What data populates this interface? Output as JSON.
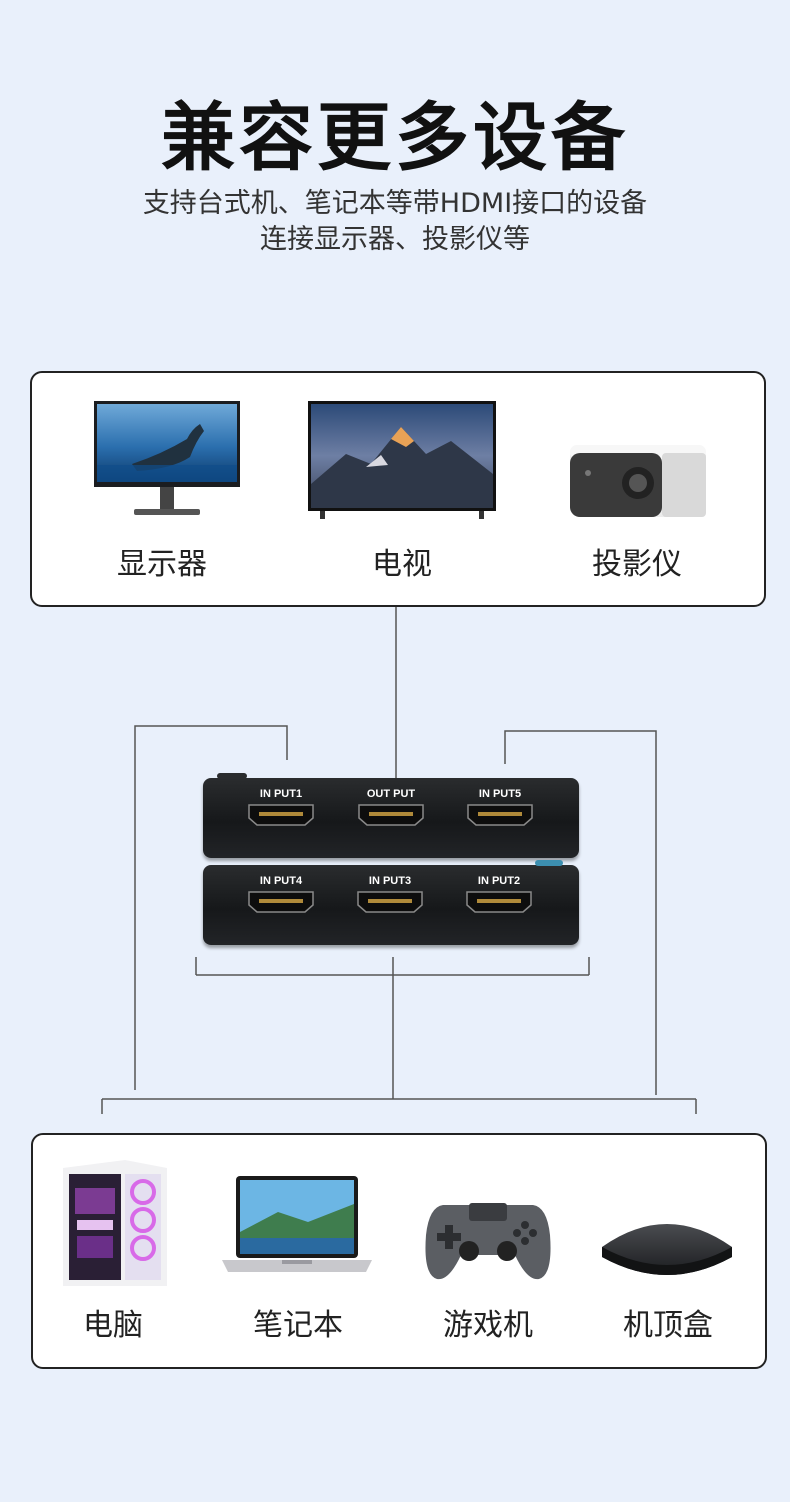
{
  "header": {
    "title": "兼容更多设备",
    "subtitle_line1": "支持台式机、笔记本等带HDMI接口的设备",
    "subtitle_line2": "连接显示器、投影仪等"
  },
  "outputs": {
    "items": [
      {
        "label": "显示器",
        "icon": "monitor-icon"
      },
      {
        "label": "电视",
        "icon": "tv-icon"
      },
      {
        "label": "投影仪",
        "icon": "projector-icon"
      }
    ]
  },
  "switch": {
    "top_ports": [
      "IN PUT1",
      "OUT PUT",
      "IN PUT5"
    ],
    "bottom_ports": [
      "IN PUT4",
      "IN PUT3",
      "IN PUT2"
    ]
  },
  "sources": {
    "items": [
      {
        "label": "电脑",
        "icon": "desktop-pc-icon"
      },
      {
        "label": "笔记本",
        "icon": "laptop-icon"
      },
      {
        "label": "游戏机",
        "icon": "gamepad-icon"
      },
      {
        "label": "机顶盒",
        "icon": "set-top-box-icon"
      }
    ]
  },
  "colors": {
    "background": "#e9f0fb",
    "panel": "#ffffff",
    "line": "#555555"
  }
}
